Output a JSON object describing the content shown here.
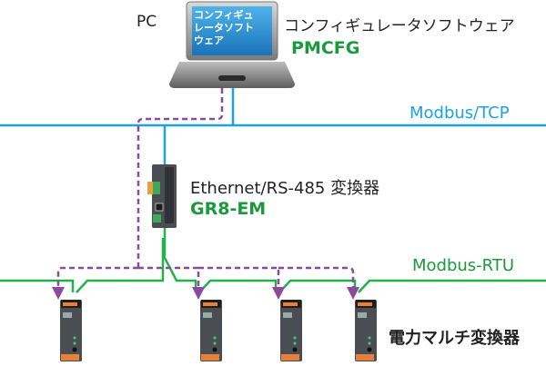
{
  "pc": {
    "label": "PC",
    "screen_lines": [
      "コンフィギュ",
      "レータソフト",
      "ウェア"
    ]
  },
  "software": {
    "name": "コンフィギュレータソフトウェア",
    "model": "PMCFG"
  },
  "networks": {
    "tcp": "Modbus/TCP",
    "rtu": "Modbus-RTU"
  },
  "converter": {
    "name": "Ethernet/RS-485 変換器",
    "model": "GR8-EM"
  },
  "meters": {
    "label": "電力マルチ変換器",
    "count": 4
  },
  "colors": {
    "tcp": "#1aa3e0",
    "rtu": "#22b14c",
    "config_path": "#8b4a9c",
    "model_text": "#1a9a3c"
  }
}
